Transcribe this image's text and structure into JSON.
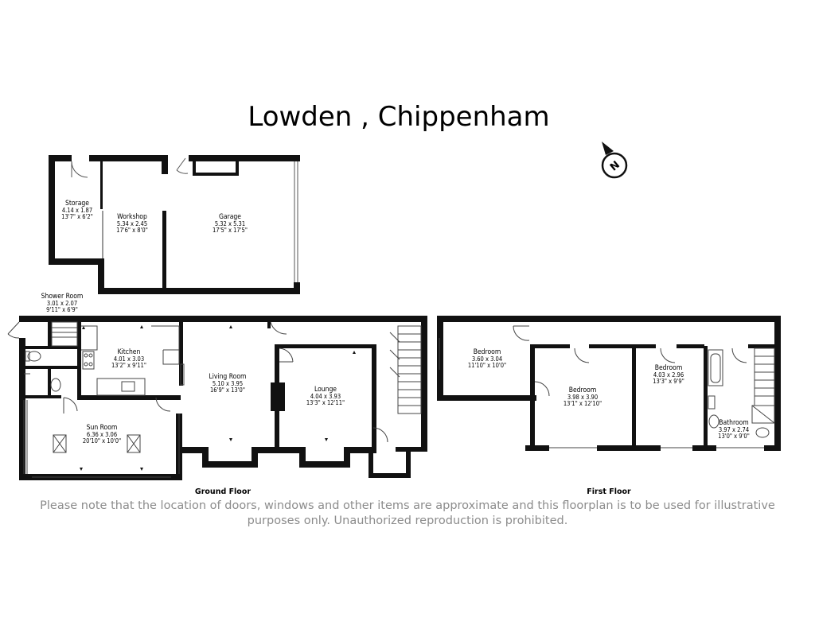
{
  "title": "Lowden , Chippenham",
  "compass": {
    "icon": "north-arrow-icon",
    "letter": "N"
  },
  "outbuildings": {
    "storage": {
      "name": "Storage",
      "metric": "4.14 x 1.87",
      "imperial": "13'7\" x 6'2\""
    },
    "workshop": {
      "name": "Workshop",
      "metric": "5.34 x 2.45",
      "imperial": "17'6\" x 8'0\""
    },
    "garage": {
      "name": "Garage",
      "metric": "5.32 x 5.31",
      "imperial": "17'5\" x 17'5\""
    }
  },
  "ground_floor": {
    "label": "Ground Floor",
    "shower_room": {
      "name": "Shower Room",
      "metric": "3.01 x 2.07",
      "imperial": "9'11\" x 6'9\""
    },
    "kitchen": {
      "name": "Kitchen",
      "metric": "4.01 x 3.03",
      "imperial": "13'2\" x 9'11\""
    },
    "sun_room": {
      "name": "Sun Room",
      "metric": "6.36 x 3.06",
      "imperial": "20'10\" x 10'0\""
    },
    "living_room": {
      "name": "Living Room",
      "metric": "5.10 x 3.95",
      "imperial": "16'9\" x 13'0\""
    },
    "lounge": {
      "name": "Lounge",
      "metric": "4.04 x 3.93",
      "imperial": "13'3\" x 12'11\""
    }
  },
  "first_floor": {
    "label": "First Floor",
    "bedroom1": {
      "name": "Bedroom",
      "metric": "3.60 x 3.04",
      "imperial": "11'10\" x 10'0\""
    },
    "bedroom2": {
      "name": "Bedroom",
      "metric": "3.98 x 3.90",
      "imperial": "13'1\" x 12'10\""
    },
    "bedroom3": {
      "name": "Bedroom",
      "metric": "4.03 x 2.96",
      "imperial": "13'3\" x 9'9\""
    },
    "bathroom": {
      "name": "Bathroom",
      "metric": "3.97 x 2.74",
      "imperial": "13'0\" x 9'0\""
    }
  },
  "disclaimer": {
    "line1": "Please note that the location of doors, windows and other items are approximate and this floorplan is to be used for illustrative",
    "line2": "purposes only. Unauthorized reproduction is prohibited."
  }
}
